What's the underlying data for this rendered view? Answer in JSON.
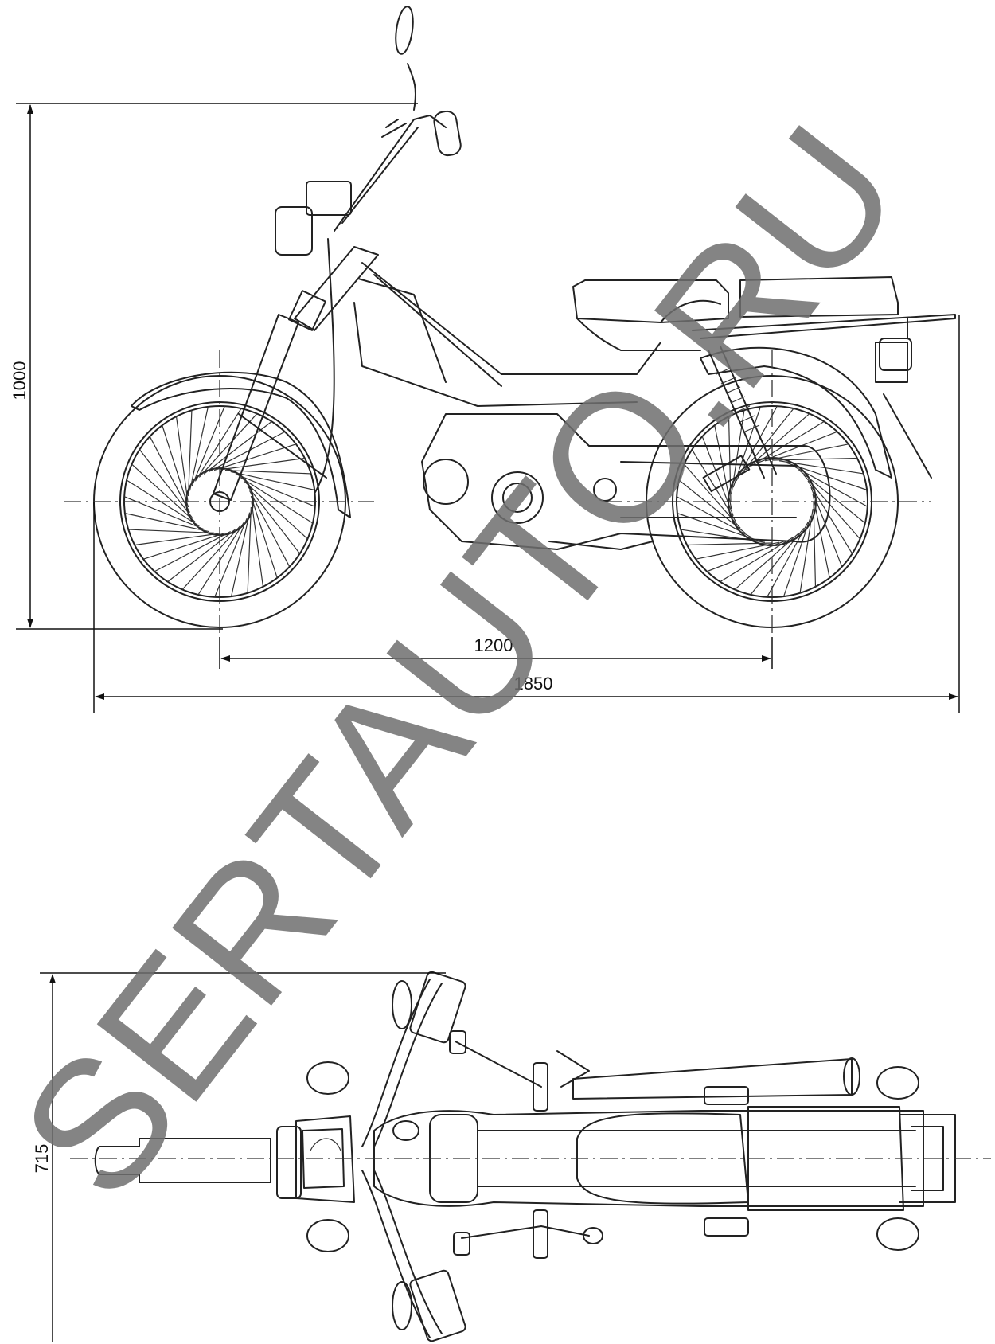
{
  "dimensions": {
    "side_height": "1000",
    "wheelbase": "1200",
    "overall_length": "1850",
    "top_width": "715"
  },
  "watermark": {
    "text": "SERTAUTO.RU",
    "color": "#6e6e6e"
  },
  "colors": {
    "line": "#222222",
    "background": "#ffffff"
  }
}
